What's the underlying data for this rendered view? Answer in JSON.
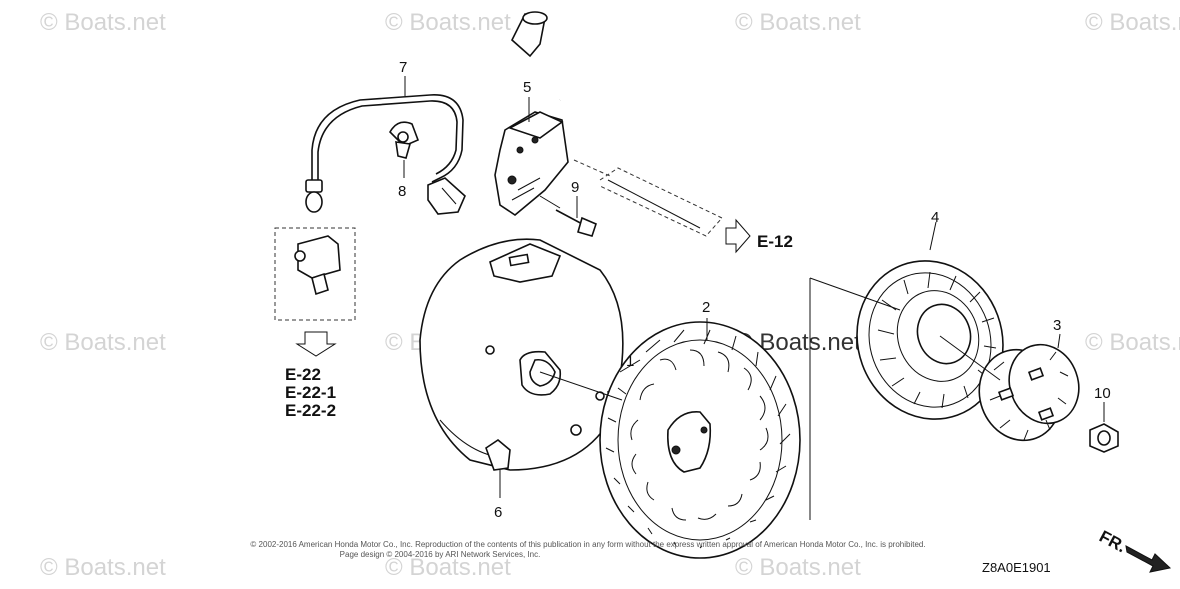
{
  "watermarks": [
    {
      "text": "© Boats.net"
    },
    {
      "text": "© Boats.net"
    },
    {
      "text": "© Boats.net"
    },
    {
      "text": "© Boats.net"
    },
    {
      "text": "© Boats.net"
    },
    {
      "text": "© Boats.net"
    },
    {
      "text": "© Boats.net"
    },
    {
      "text": "© Boats.net"
    },
    {
      "text": "© Boats.net"
    },
    {
      "text": "© Boats.net"
    }
  ],
  "center_watermark": "© Boats.net",
  "callouts": {
    "c1": "1",
    "c2": "2",
    "c3": "3",
    "c4": "4",
    "c5": "5",
    "c6": "6",
    "c7": "7",
    "c8": "8",
    "c9": "9",
    "c10": "10"
  },
  "references": {
    "e12": "E-12",
    "e22": "E-22",
    "e22_1": "E-22-1",
    "e22_2": "E-22-2"
  },
  "direction_label": "FR.",
  "diagram_code": "Z8A0E1901",
  "copyright_line1": "© 2002-2016 American Honda Motor Co., Inc. Reproduction of the contents of this publication in any form without the express written approval of American Honda Motor Co., Inc. is prohibited.",
  "copyright_line2": "Page design © 2004-2016 by ARI Network Services, Inc."
}
